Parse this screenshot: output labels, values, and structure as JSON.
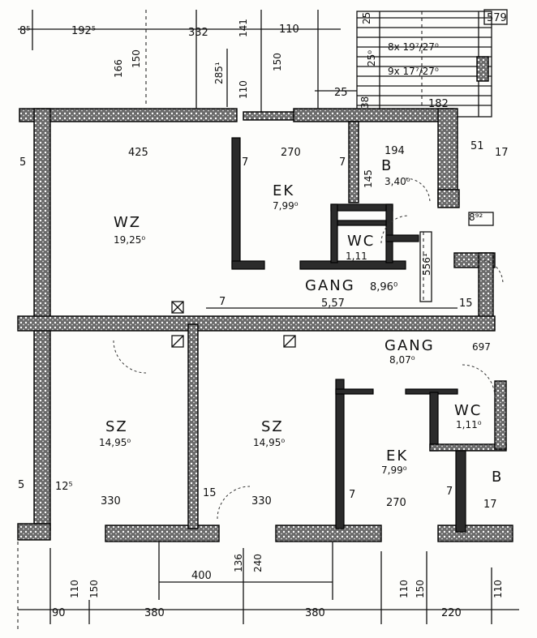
{
  "page_marker": "579",
  "rooms": {
    "wz": {
      "name": "WZ",
      "area": "19,25⁰"
    },
    "ek_top": {
      "name": "EK",
      "area": "7,99⁰"
    },
    "bad": {
      "name": "B",
      "area": "3,40⁰"
    },
    "wc_top": {
      "name": "WC",
      "area": "1,11"
    },
    "gang_top": {
      "name": "GANG",
      "area": "8,96⁰"
    },
    "gang_mid": {
      "name": "GANG",
      "area": "8,07⁰"
    },
    "sz_left": {
      "name": "SZ",
      "area": "14,95⁰"
    },
    "sz_right": {
      "name": "SZ",
      "area": "14,95⁰"
    },
    "ek_bottom": {
      "name": "EK",
      "area": "7,99⁰"
    },
    "wc_bottom": {
      "name": "WC",
      "area": "1,11⁰"
    },
    "b_right": {
      "name": "B"
    }
  },
  "dimensions": {
    "top_left_edge": "8⁵",
    "top_1": "192⁵",
    "top_2": "332",
    "top_3": "110",
    "v_166": "166",
    "v_150a": "150",
    "v_285": "285¹",
    "v_141": "141",
    "v_110a": "110",
    "v_150b": "150",
    "v_250": "25⁰",
    "v_25": "25",
    "step_1": "8x 19⁷/27⁰",
    "step_2": "9x 17⁷/27⁰",
    "d_25": "25",
    "d_38": "38",
    "d_182": "182",
    "wz_width": "425",
    "ek_width": "270",
    "b_width": "194",
    "d_51": "51",
    "d_17": "17",
    "left_5": "5",
    "d_7a": "7",
    "d_7b": "7",
    "d_145": "145",
    "d_892": "8⁹²",
    "d_556": "556¹",
    "d_557": "5,57",
    "d_15a": "15",
    "d_7c": "7",
    "d_697": "697",
    "left_5b": "5",
    "d_125": "12⁵",
    "d_330a": "330",
    "d_15b": "15",
    "d_330b": "330",
    "d_7d": "7",
    "d_270b": "270",
    "d_7e": "7",
    "d_17b": "17",
    "d_400": "400",
    "d_136": "136",
    "d_240": "240",
    "b_110a": "110",
    "b_150a": "150",
    "b_110b": "110",
    "b_150b": "150",
    "b_110c": "110",
    "bot_90": "90",
    "bot_380a": "380",
    "bot_380b": "380",
    "bot_220": "220"
  }
}
